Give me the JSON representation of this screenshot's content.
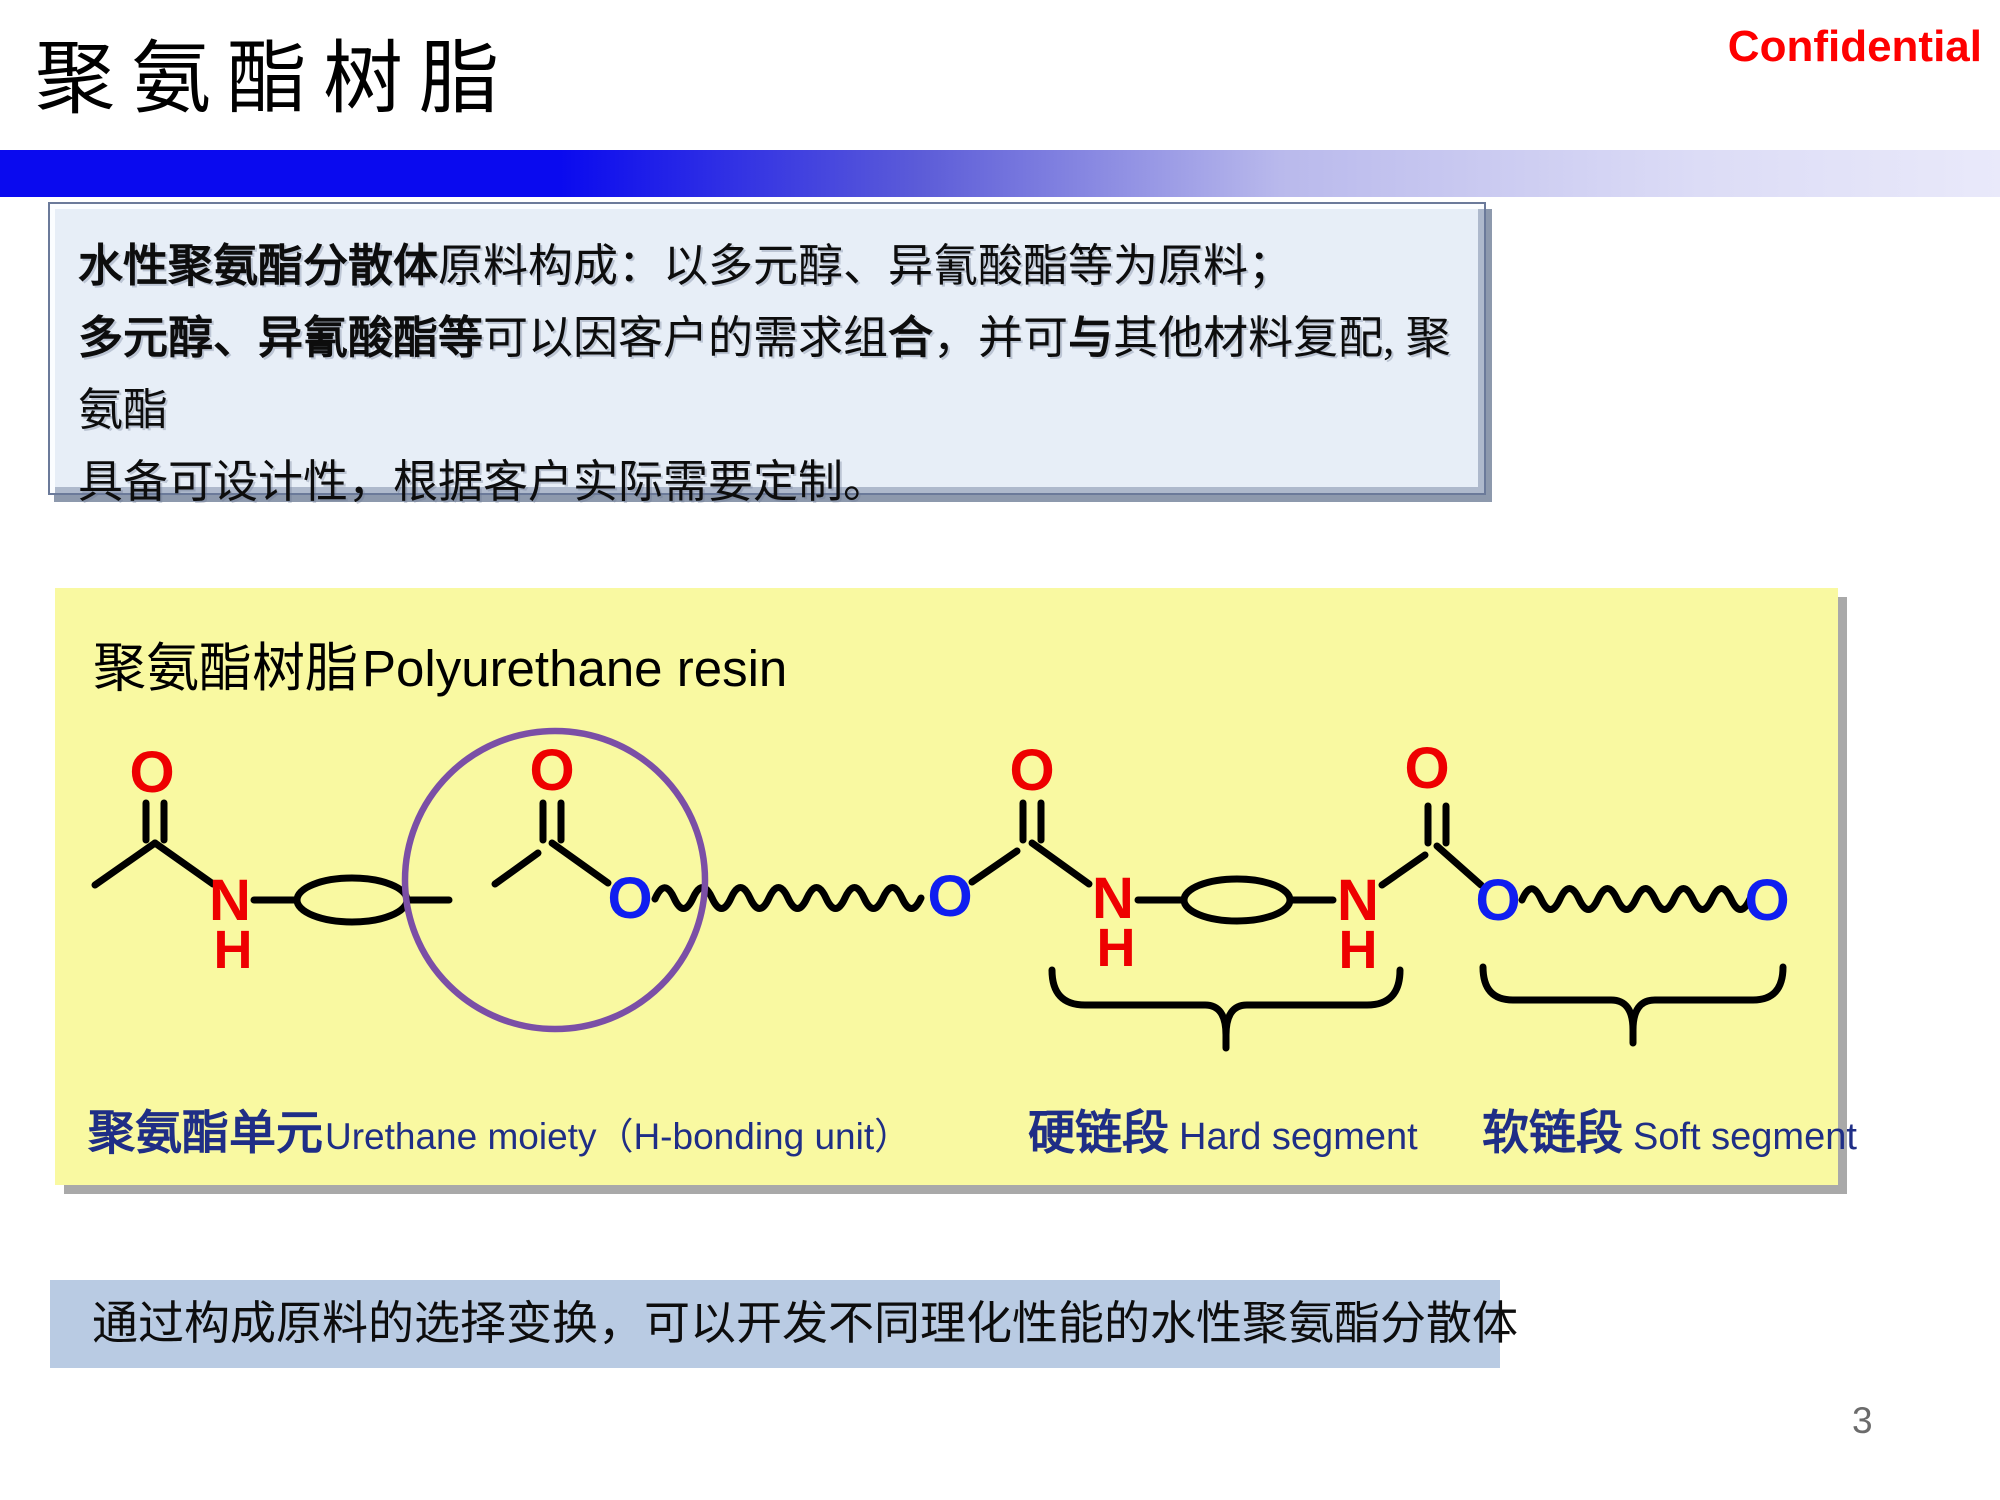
{
  "slide": {
    "title": "聚氨酯树脂",
    "confidential": "Confidential",
    "page_number": "3"
  },
  "info_box": {
    "lines": [
      [
        {
          "text": "水性聚氨酯分散体",
          "bold": true
        },
        {
          "text": "原料构成：以多元醇、异氰酸酯等为原料；",
          "bold": false
        }
      ],
      [
        {
          "text": "多元醇、异氰酸酯等",
          "bold": true
        },
        {
          "text": "可以因客户的需求组",
          "bold": false
        },
        {
          "text": "合",
          "bold": true
        },
        {
          "text": "，并可",
          "bold": false
        },
        {
          "text": "与",
          "bold": true
        },
        {
          "text": "其他材料复配, 聚氨酯",
          "bold": false
        }
      ],
      [
        {
          "text": "具备可设计性，根据客户实际需要定制。",
          "bold": false
        }
      ]
    ]
  },
  "panel": {
    "title_zh": "聚氨酯树脂",
    "title_en": "Polyurethane resin",
    "labels": {
      "urethane": {
        "zh": "聚氨酯单元",
        "en": "Urethane moiety（H-bonding unit）"
      },
      "hard": {
        "zh": "硬链段",
        "en": "Hard segment"
      },
      "soft": {
        "zh": "软链段",
        "en": "Soft segment"
      }
    },
    "atoms": [
      "O",
      "N",
      "H",
      "O",
      "O",
      "O",
      "O",
      "N",
      "H",
      "N",
      "H",
      "O",
      "O",
      "O"
    ]
  },
  "bottom_bar": {
    "text": "通过构成原料的选择变换，可以开发不同理化性能的水性聚氨酯分散体"
  },
  "colors": {
    "confidential_red": "#fe0000",
    "atom_red": "#ee0000",
    "atom_blue": "#0f1ef0",
    "label_navy": "#1f2e86",
    "panel_yellow": "#f9f9a1",
    "info_fill": "#e7eef7",
    "bottom_fill": "#b9cbe3",
    "circle_purple": "#7b4fa6",
    "bar_blue": "#0a0aef"
  }
}
